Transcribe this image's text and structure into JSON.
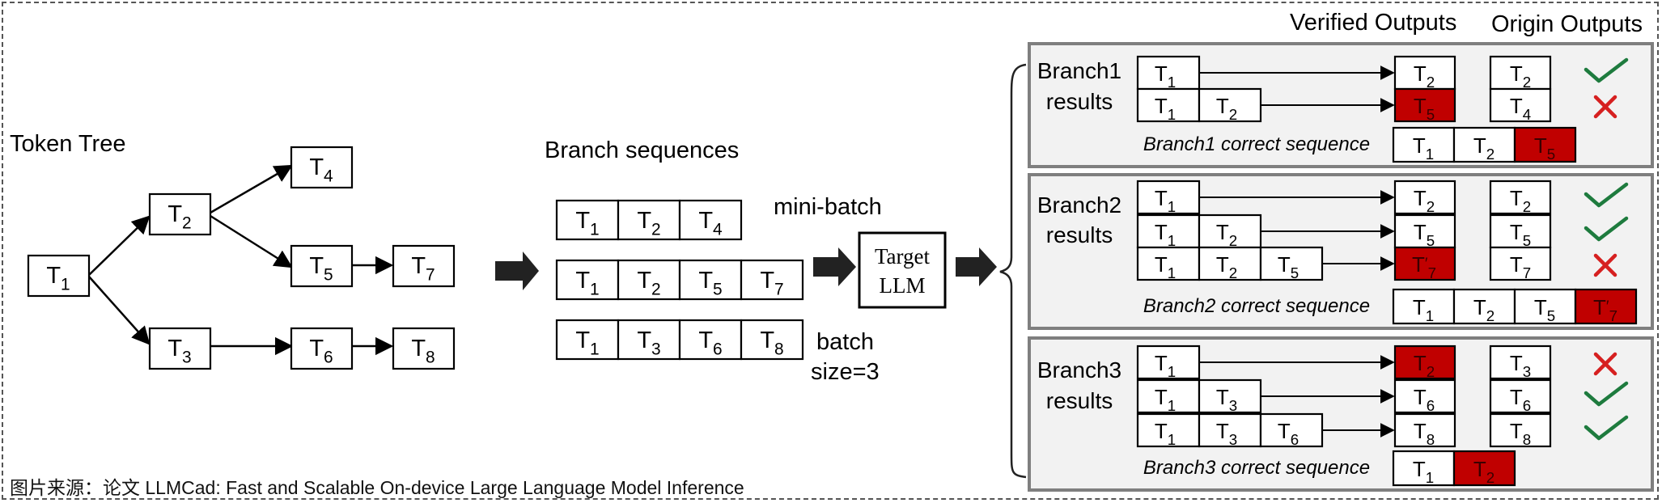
{
  "labels": {
    "token_tree": "Token Tree",
    "branch_sequences": "Branch sequences",
    "mini_batch": "mini-batch",
    "batch": "batch",
    "batch_size": "size=3",
    "target": "Target",
    "llm": "LLM",
    "verified_outputs": "Verified Outputs",
    "origin_outputs": "Origin Outputs"
  },
  "tree_nodes": [
    {
      "id": "t1",
      "sub": "1"
    },
    {
      "id": "t2",
      "sub": "2"
    },
    {
      "id": "t3",
      "sub": "3"
    },
    {
      "id": "t4",
      "sub": "4"
    },
    {
      "id": "t5",
      "sub": "5"
    },
    {
      "id": "t6",
      "sub": "6"
    },
    {
      "id": "t7",
      "sub": "7"
    },
    {
      "id": "t8",
      "sub": "8"
    }
  ],
  "sequences": [
    [
      "1",
      "2",
      "4"
    ],
    [
      "1",
      "2",
      "5",
      "7"
    ],
    [
      "1",
      "3",
      "6",
      "8"
    ]
  ],
  "branches": [
    {
      "title1": "Branch1",
      "title2": "results",
      "correct_label": "Branch1 correct sequence",
      "rows": [
        {
          "input": [
            "1"
          ],
          "verified": "2",
          "verified_prime": false,
          "verified_bad": false,
          "origin": "2",
          "ok": true
        },
        {
          "input": [
            "1",
            "2"
          ],
          "verified": "5",
          "verified_prime": false,
          "verified_bad": true,
          "origin": "4",
          "ok": false
        }
      ],
      "correct": [
        {
          "s": "1",
          "p": false,
          "bad": false
        },
        {
          "s": "2",
          "p": false,
          "bad": false
        },
        {
          "s": "5",
          "p": false,
          "bad": true
        }
      ]
    },
    {
      "title1": "Branch2",
      "title2": "results",
      "correct_label": "Branch2 correct sequence",
      "rows": [
        {
          "input": [
            "1"
          ],
          "verified": "2",
          "verified_prime": false,
          "verified_bad": false,
          "origin": "2",
          "ok": true
        },
        {
          "input": [
            "1",
            "2"
          ],
          "verified": "5",
          "verified_prime": false,
          "verified_bad": false,
          "origin": "5",
          "ok": true
        },
        {
          "input": [
            "1",
            "2",
            "5"
          ],
          "verified": "7",
          "verified_prime": true,
          "verified_bad": true,
          "origin": "7",
          "ok": false
        }
      ],
      "correct": [
        {
          "s": "1",
          "p": false,
          "bad": false
        },
        {
          "s": "2",
          "p": false,
          "bad": false
        },
        {
          "s": "5",
          "p": false,
          "bad": false
        },
        {
          "s": "7",
          "p": true,
          "bad": true
        }
      ]
    },
    {
      "title1": "Branch3",
      "title2": "results",
      "correct_label": "Branch3 correct sequence",
      "rows": [
        {
          "input": [
            "1"
          ],
          "verified": "2",
          "verified_prime": false,
          "verified_bad": true,
          "origin": "3",
          "ok": false
        },
        {
          "input": [
            "1",
            "3"
          ],
          "verified": "6",
          "verified_prime": false,
          "verified_bad": false,
          "origin": "6",
          "ok": true
        },
        {
          "input": [
            "1",
            "3",
            "6"
          ],
          "verified": "8",
          "verified_prime": false,
          "verified_bad": false,
          "origin": "8",
          "ok": true
        }
      ],
      "correct": [
        {
          "s": "1",
          "p": false,
          "bad": false
        },
        {
          "s": "2",
          "p": false,
          "bad": true
        }
      ]
    }
  ],
  "caption": "图片来源：论文 LLMCad: Fast and Scalable On-device Large Language Model Inference",
  "colors": {
    "red": "#c00000",
    "green": "#1e7b3e",
    "panel": "#f2f2f2",
    "panel_border": "#7f7f7f"
  }
}
